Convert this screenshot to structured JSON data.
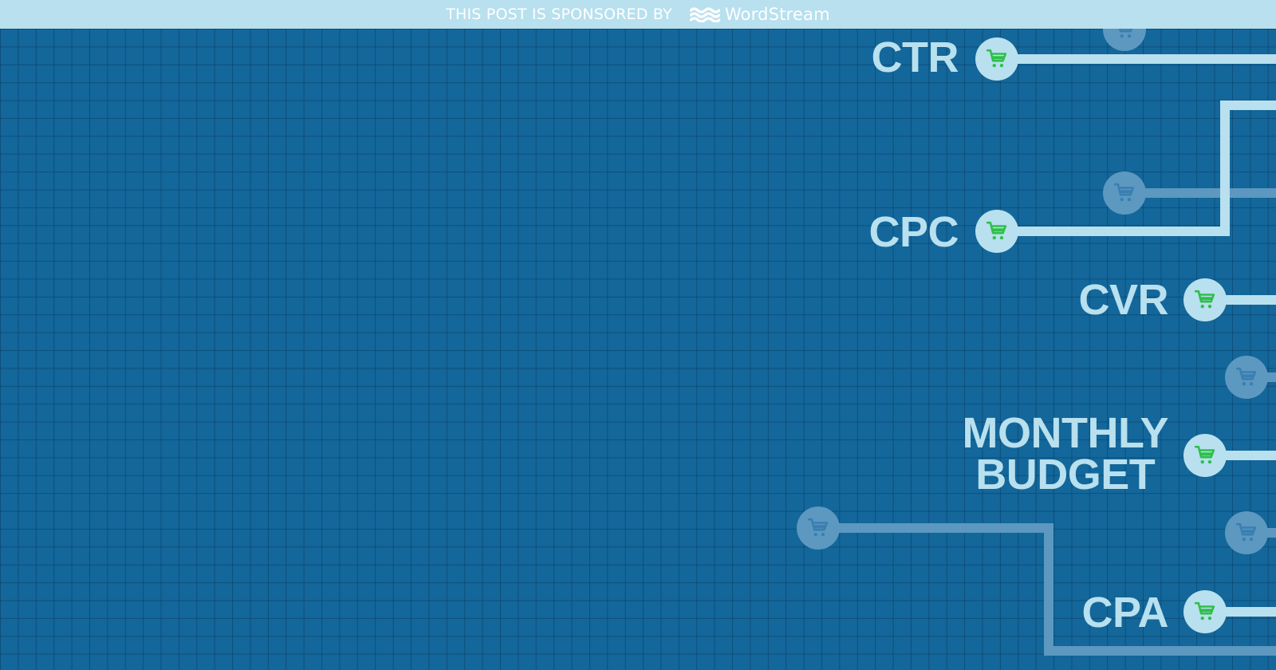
{
  "banner": {
    "sponsor_text": "THIS POST IS SPONSORED BY",
    "brand_name": "WordStream",
    "brand_icon": "wordstream-logo-icon"
  },
  "metrics": [
    {
      "key": "ctr",
      "label": [
        "CTR"
      ]
    },
    {
      "key": "cpc",
      "label": [
        "CPC"
      ]
    },
    {
      "key": "cvr",
      "label": [
        "CVR"
      ]
    },
    {
      "key": "monthly_budget",
      "label": [
        "MONTHLY",
        "BUDGET"
      ]
    },
    {
      "key": "cpa",
      "label": [
        "CPA"
      ]
    }
  ],
  "icons": {
    "node": "shopping-cart-icon"
  },
  "colors": {
    "background": "#13679a",
    "grid_line": "#0e5584",
    "banner": "#b8e0ee",
    "label": "#b8e0ee",
    "active_line": "#b8e0ee",
    "faded_line": "#5c98c0",
    "cart_active": "#2fbf4a",
    "cart_faded": "#3a7fb0"
  }
}
